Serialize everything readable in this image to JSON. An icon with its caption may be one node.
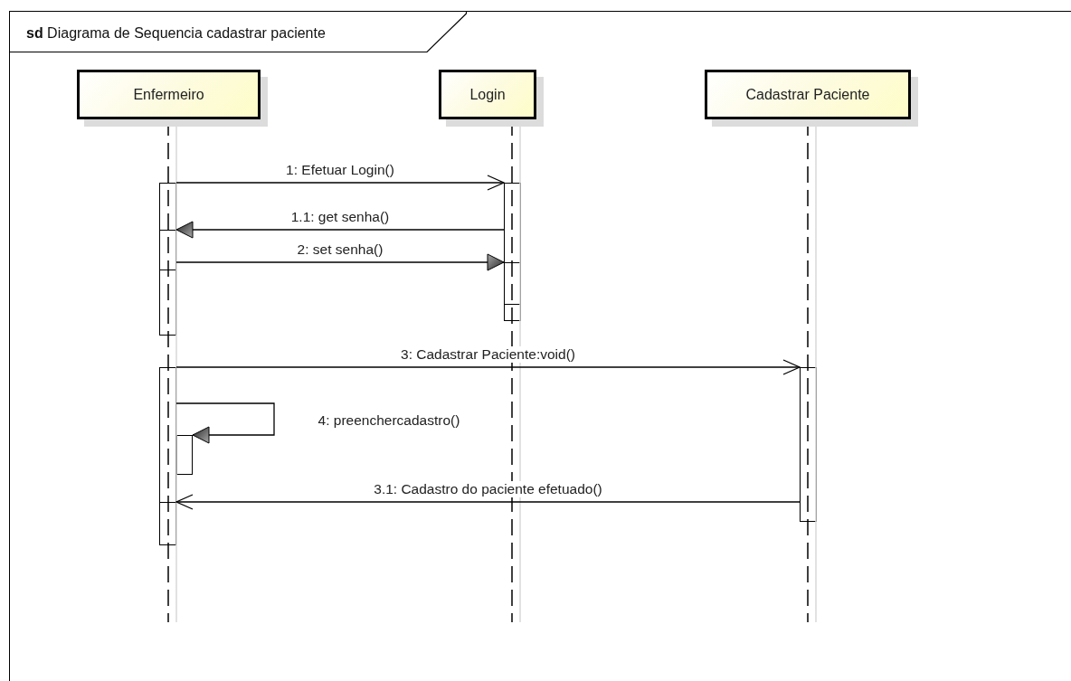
{
  "diagram": {
    "nodes": [
      {
        "text": [
          "**sd** Diagrama de Sequencia cadastrar paciente"
        ]
      },
      {
        "text": [
          "Enfermeiro"
        ],
        "in": 0
      },
      {
        "text": [
          "Login"
        ],
        "in": 0
      },
      {
        "text": [
          "Cadastrar Paciente"
        ],
        "in": 0
      },
      {
        "text": [],
        "shape": "bar",
        "in": 0
      },
      {
        "text": [],
        "shape": "bar",
        "in": 0
      },
      {
        "text": [],
        "shape": "bar",
        "in": 0
      },
      {
        "text": [],
        "shape": "bar",
        "in": 0
      },
      {
        "text": [],
        "shape": "bar",
        "in": 0
      }
    ],
    "edges": [
      {
        "from": 4,
        "to": 5,
        "arrow": "to",
        "label": "1: Efetuar Login()"
      },
      {
        "from": 5,
        "to": 4,
        "arrow": "to",
        "label": "1.1: get senha()"
      },
      {
        "from": 4,
        "to": 5,
        "arrow": "to",
        "label": "2: set senha()"
      },
      {
        "from": 6,
        "to": 8,
        "arrow": "to",
        "label": "3: Cadastrar Paciente:void()"
      },
      {
        "from": 6,
        "to": 7,
        "arrow": "to",
        "label": "4: preenchercadastro()"
      },
      {
        "from": 8,
        "to": 6,
        "arrow": "to",
        "label": "3.1: Cadastro do paciente efetuado()"
      }
    ]
  }
}
